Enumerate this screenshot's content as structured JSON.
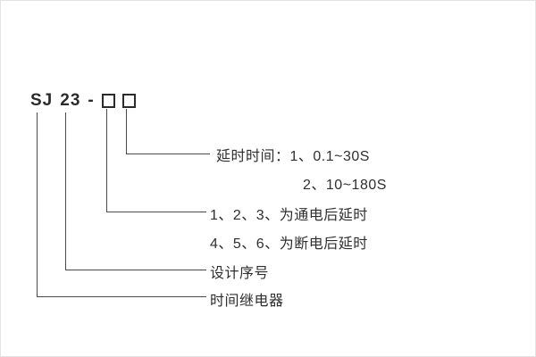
{
  "diagram": {
    "model": {
      "series": "SJ",
      "design_no": "23",
      "separator": "-"
    },
    "annotations": {
      "delay_time_line1": "延时时间：1、0.1~30S",
      "delay_time_line2": "2、10~180S",
      "energize_delay": "1、2、3、为通电后延时",
      "deenergize_delay": "4、5、6、为断电后延时",
      "design_serial": "设计序号",
      "time_relay": "时间继电器"
    }
  }
}
